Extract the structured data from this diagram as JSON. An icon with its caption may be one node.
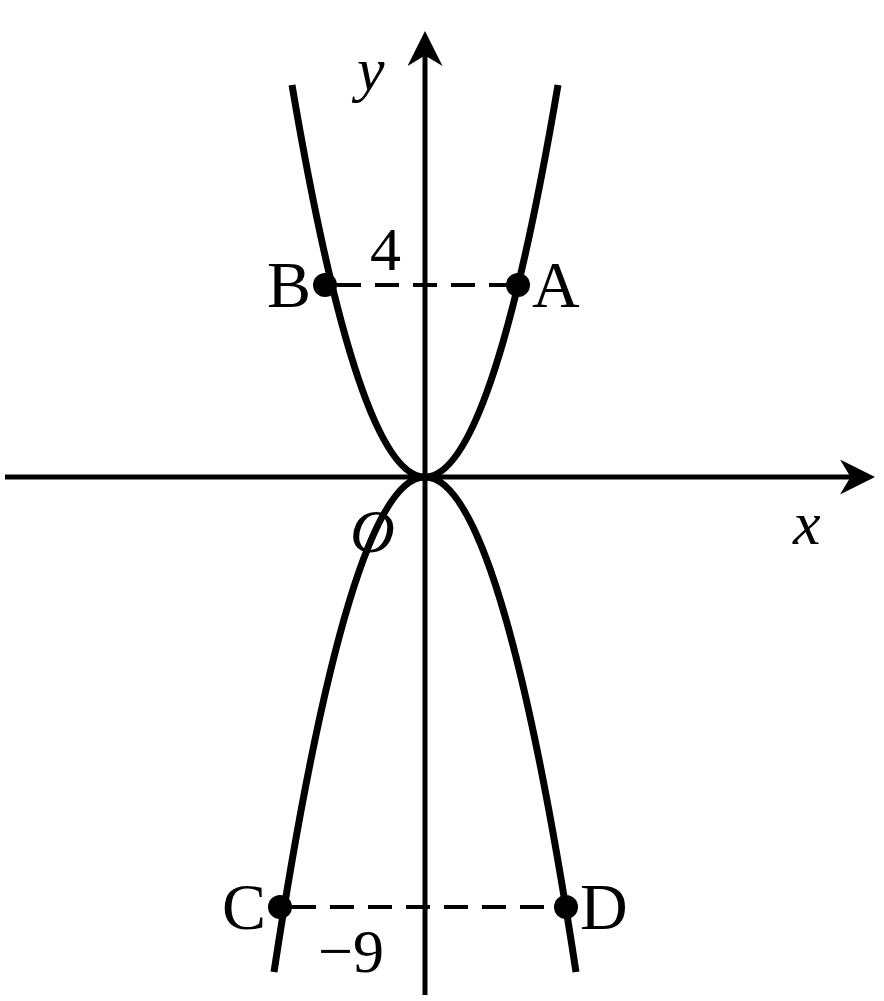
{
  "diagram": {
    "nodes": [
      {
        "text": [
          "A"
        ]
      },
      {
        "text": [
          "B"
        ]
      },
      {
        "text": [
          "C"
        ]
      },
      {
        "text": [
          "D"
        ]
      }
    ],
    "edges": [
      {
        "from": 1,
        "to": 0,
        "arrow": "none",
        "style": "dashed"
      },
      {
        "from": 2,
        "to": 3,
        "arrow": "none",
        "style": "dashed"
      }
    ],
    "labels": [
      "y",
      "4",
      "x",
      "O",
      "−9"
    ]
  }
}
